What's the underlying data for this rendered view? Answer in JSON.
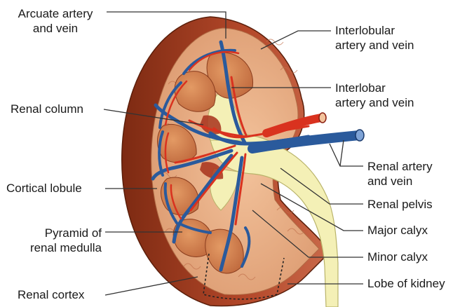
{
  "labels": {
    "arcuate": [
      "Arcuate artery",
      "and vein"
    ],
    "renal_column": "Renal column",
    "cortical_lobule": "Cortical lobule",
    "pyramid": [
      "Pyramid of",
      "renal medulla"
    ],
    "renal_cortex": "Renal cortex",
    "interlobular": [
      "Interlobular",
      "artery and vein"
    ],
    "interlobar": [
      "Interlobar",
      "artery and vein"
    ],
    "renal_artery_vein": [
      "Renal artery",
      "and vein"
    ],
    "renal_pelvis": "Renal pelvis",
    "major_calyx": "Major calyx",
    "minor_calyx": "Minor calyx",
    "lobe": "Lobe of kidney"
  },
  "colors": {
    "capsule_dark": "#9c3a1c",
    "cortex": "#e6a47a",
    "pyramid": "#cf7a4a",
    "artery": "#d9321f",
    "vein": "#2a5a9c",
    "pelvis": "#f3f0b8",
    "leader_line": "#333333"
  }
}
